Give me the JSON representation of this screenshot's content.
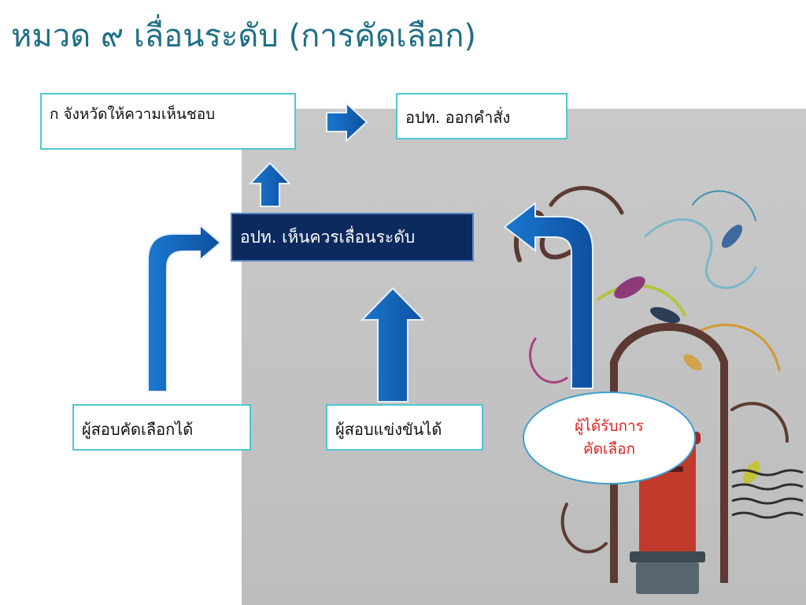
{
  "slide": {
    "title": "หมวด ๙ เลื่อนระดับ (การคัดเลือก)"
  },
  "boxes": {
    "province_opinion": "ก จังหวัดให้ความเห็นชอบ",
    "order": "อปท. ออกคำสั่ง",
    "promotion": "อปท. เห็นควรเลื่อนระดับ",
    "selection_pass": "ผู้สอบคัดเลือกได้",
    "competition_pass": "ผู้สอบแข่งขันได้"
  },
  "oval": {
    "line1": "ผู้ได้รับการ",
    "line2": "คัดเลือก"
  },
  "colors": {
    "title": "#1f6f86",
    "box_border": "#4fc6d4",
    "highlight_box": "#0d2a5e",
    "arrow_fill": "#1565c0",
    "oval_text": "#e02020"
  },
  "icons": {
    "decoration": "post-box-illustration"
  }
}
